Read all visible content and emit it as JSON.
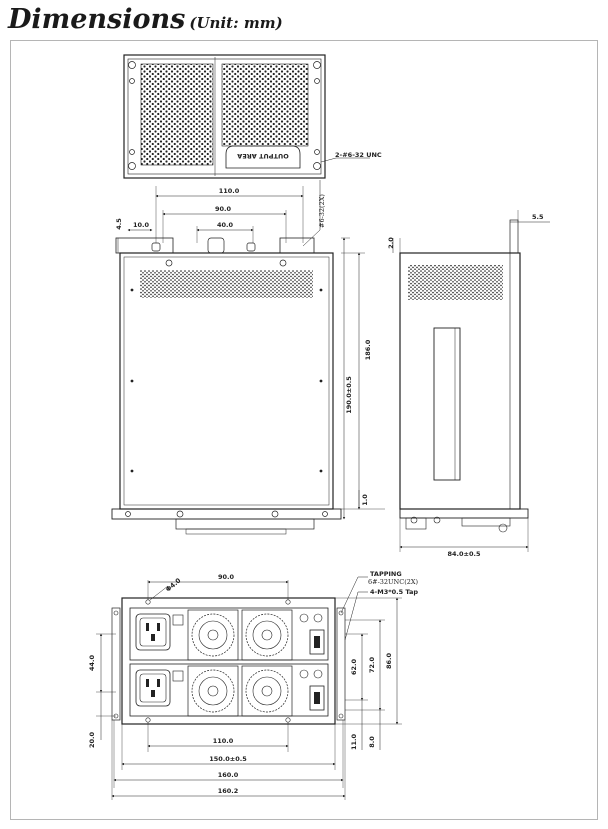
{
  "header": {
    "title": "Dimensions",
    "unit": "(Unit: mm)"
  },
  "top_view": {
    "label": "OUTPUT AREA",
    "callout": "2-#6-32 UNC"
  },
  "front_view": {
    "dims": {
      "w110": "110.0",
      "w90": "90.0",
      "w40": "40.0",
      "w10": "10.0",
      "h45": "4.5",
      "screw": "#6-32(2X)",
      "h186": "186.0",
      "h190": "190.0±0.5",
      "h10": "1.0"
    }
  },
  "side_view": {
    "dims": {
      "d20": "2.0",
      "d55": "5.5",
      "w84": "84.0±0.5"
    }
  },
  "rear_view": {
    "tapping_title": "TAPPING",
    "tapping_sub": "6#-32UNC(2X)",
    "m3": "4-M3*0.5 Tap",
    "dims": {
      "w90": "90.0",
      "d64": "Φ4.0",
      "h44": "44.0",
      "h200": "20.0",
      "h620": "62.0",
      "h720": "72.0",
      "h860": "86.0",
      "h110": "11.0",
      "h80": "8.0",
      "w1100": "110.0",
      "w1500": "150.0±0.5",
      "w1600": "160.0",
      "w1602": "160.2"
    }
  }
}
